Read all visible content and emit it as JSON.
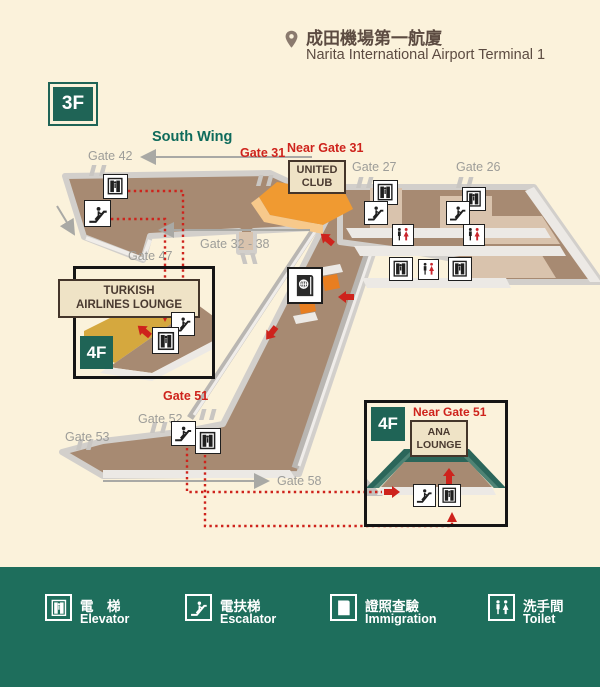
{
  "header": {
    "title_zh": "成田機場第一航廈",
    "title_en": "Narita International Airport Terminal 1"
  },
  "floor_badges": {
    "main": "3F",
    "turkish_inset": "4F",
    "ana_inset": "4F"
  },
  "map": {
    "south_wing_label": "South Wing",
    "gates": {
      "g42": "Gate 42",
      "g31": "Gate 31",
      "near_g31": "Near Gate 31",
      "g27": "Gate 27",
      "g26": "Gate 26",
      "g32_38": "Gate 32 - 38",
      "g47": "Gate 47",
      "g51": "Gate 51",
      "near_g51": "Near Gate 51",
      "g52": "Gate 52",
      "g53": "Gate 53",
      "g58": "Gate 58"
    },
    "lounges": {
      "united_club": "UNITED CLUB",
      "turkish_line1": "TURKISH",
      "turkish_line2": "AIRLINES LOUNGE",
      "ana_line1": "ANA",
      "ana_line2": "LOUNGE"
    }
  },
  "legend": {
    "items": [
      {
        "icon": "elevator-icon",
        "zh": "電　梯",
        "en": "Elevator"
      },
      {
        "icon": "escalator-icon",
        "zh": "電扶梯",
        "en": "Escalator"
      },
      {
        "icon": "immigration-icon",
        "zh": "證照查驗",
        "en": "Immigration"
      },
      {
        "icon": "toilet-icon",
        "zh": "洗手間",
        "en": "Toilet"
      }
    ]
  },
  "colors": {
    "background": "#FBF2DB",
    "brand_teal": "#1E6E5C",
    "badge_teal": "#1F6456",
    "corridor_brown": "#A78A72",
    "highlight_orange": "#F09A31",
    "lounge_gold": "#D5A83E",
    "lounge_teal": "#2B665A",
    "route_red": "#CE231C",
    "gate_gray": "#9D9D99",
    "text_brown": "#5C4B41"
  }
}
